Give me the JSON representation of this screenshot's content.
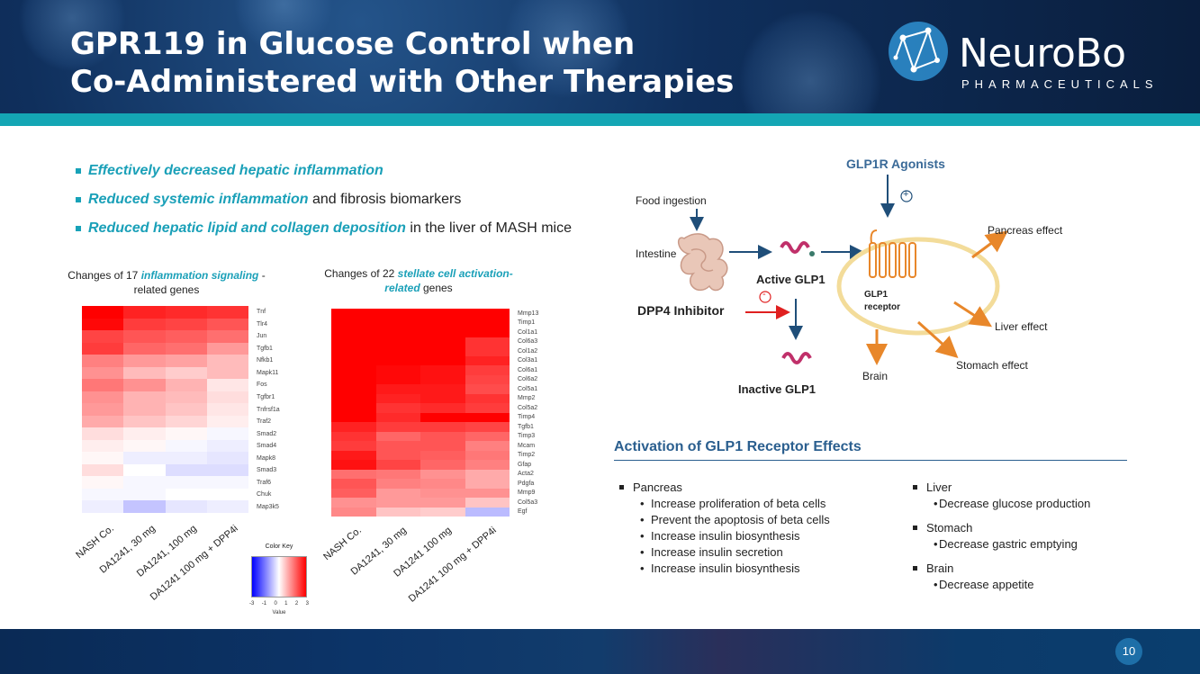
{
  "header": {
    "title_line1": "GPR119 in Glucose Control when",
    "title_line2": "Co-Administered with Other Therapies",
    "logo_name": "NeuroBo",
    "logo_sub": "PHARMACEUTICALS"
  },
  "bullets": [
    {
      "em": "Effectively decreased hepatic inflammation",
      "rest": ""
    },
    {
      "em": "Reduced systemic inflammation",
      "rest": " and fibrosis biomarkers"
    },
    {
      "em": "Reduced hepatic lipid and collagen deposition",
      "rest": " in the liver of MASH mice"
    }
  ],
  "heatmap1": {
    "title_pre": "Changes of 17 ",
    "title_hl": "inflammation signaling",
    "title_post": " - related genes",
    "genes": [
      "Tnf",
      "Tlr4",
      "Jun",
      "Tgfb1",
      "Nfkb1",
      "Mapk11",
      "Fos",
      "Tgfbr1",
      "Tnfrsf1a",
      "Traf2",
      "Smad2",
      "Smad4",
      "Mapk8",
      "Smad3",
      "Traf6",
      "Chuk",
      "Map3k5"
    ],
    "columns": [
      "NASH Co.",
      "DA1241, 30 mg",
      "DA1241, 100 mg",
      "DA1241 100 mg + DPP4i"
    ],
    "values": [
      [
        3,
        2.6,
        2.5,
        2.4
      ],
      [
        2.9,
        2.3,
        2.2,
        2.0
      ],
      [
        2.2,
        2.0,
        1.9,
        1.7
      ],
      [
        2.3,
        1.8,
        1.7,
        1.2
      ],
      [
        1.5,
        1.2,
        1.1,
        0.8
      ],
      [
        1.3,
        0.8,
        0.6,
        0.8
      ],
      [
        1.6,
        1.3,
        0.9,
        0.3
      ],
      [
        1.3,
        0.9,
        0.8,
        0.4
      ],
      [
        1.2,
        0.9,
        0.7,
        0.3
      ],
      [
        1.0,
        0.7,
        0.5,
        0.2
      ],
      [
        0.4,
        0.2,
        0.1,
        -0.1
      ],
      [
        0.2,
        0.1,
        -0.1,
        -0.2
      ],
      [
        0.1,
        -0.2,
        -0.2,
        -0.3
      ],
      [
        0.4,
        0.0,
        -0.4,
        -0.4
      ],
      [
        0.1,
        -0.1,
        -0.1,
        -0.1
      ],
      [
        -0.1,
        -0.1,
        0.0,
        0.0
      ],
      [
        -0.2,
        -0.7,
        -0.3,
        -0.2
      ]
    ]
  },
  "heatmap2": {
    "title_pre": "Changes of 22 ",
    "title_hl": "stellate cell activation-related",
    "title_post": " genes",
    "genes": [
      "Mmp13",
      "Timp1",
      "Col1a1",
      "Col6a3",
      "Col1a2",
      "Col3a1",
      "Col6a1",
      "Col6a2",
      "Col5a1",
      "Mmp2",
      "Col5a2",
      "Timp4",
      "Tgfb1",
      "Timp3",
      "Mcam",
      "Timp2",
      "Gfap",
      "Acta2",
      "Pdgfa",
      "Mmp9",
      "Col5a3",
      "Egf"
    ],
    "columns": [
      "NASH Co.",
      "DA1241, 30 mg",
      "DA1241 100 mg",
      "DA1241 100 mg + DPP4i"
    ],
    "values": [
      [
        3,
        3,
        3,
        3
      ],
      [
        3,
        3,
        3,
        3
      ],
      [
        3,
        3,
        3,
        3
      ],
      [
        3,
        3,
        3,
        2.4
      ],
      [
        3,
        3,
        3,
        2.4
      ],
      [
        3,
        3,
        3,
        2.6
      ],
      [
        3,
        2.9,
        2.8,
        2.3
      ],
      [
        3,
        2.9,
        2.8,
        2.2
      ],
      [
        3,
        2.7,
        2.7,
        2.1
      ],
      [
        3,
        2.6,
        2.7,
        2.4
      ],
      [
        3,
        2.4,
        2.5,
        2.3
      ],
      [
        3,
        2.5,
        3,
        3
      ],
      [
        2.6,
        2.3,
        2.3,
        2.2
      ],
      [
        2.4,
        1.8,
        2.0,
        1.8
      ],
      [
        2.3,
        2.0,
        2.0,
        1.5
      ],
      [
        2.7,
        2.0,
        1.9,
        1.6
      ],
      [
        2.8,
        2.2,
        1.8,
        1.5
      ],
      [
        1.7,
        1.6,
        1.3,
        1.0
      ],
      [
        2.0,
        1.5,
        1.4,
        1.0
      ],
      [
        1.9,
        1.2,
        1.3,
        1.3
      ],
      [
        1.3,
        1.2,
        1.2,
        0.7
      ],
      [
        1.4,
        0.7,
        0.6,
        -0.8
      ]
    ]
  },
  "color_key": {
    "title": "Color Key",
    "ticks": [
      "-3",
      "-1",
      "0",
      "1",
      "2",
      "3"
    ],
    "value_label": "Value"
  },
  "diagram": {
    "glp1r_agonists": "GLP1R Agonists",
    "food_ingestion": "Food ingestion",
    "intestine": "Intestine",
    "active_glp1": "Active GLP1",
    "dpp4_inhibitor": "DPP4 Inhibitor",
    "inactive_glp1": "Inactive GLP1",
    "glp1_receptor_1": "GLP1",
    "glp1_receptor_2": "receptor",
    "pancreas_effect": "Pancreas effect",
    "liver_effect": "Liver effect",
    "stomach_effect": "Stomach effect",
    "brain": "Brain",
    "plus": "+",
    "minus": "-"
  },
  "effects": {
    "title": "Activation of GLP1 Receptor Effects",
    "pancreas": {
      "head": "Pancreas",
      "items": [
        "Increase proliferation of beta cells",
        "Prevent the apoptosis of beta cells",
        "Increase insulin biosynthesis",
        "Increase insulin secretion",
        "Increase insulin biosynthesis"
      ]
    },
    "liver": {
      "head": "Liver",
      "items": [
        "Decrease glucose production"
      ]
    },
    "stomach": {
      "head": "Stomach",
      "items": [
        "Decrease gastric emptying"
      ]
    },
    "brain": {
      "head": "Brain",
      "items": [
        "Decrease appetite"
      ]
    }
  },
  "footer": {
    "page_number": "10"
  },
  "colors": {
    "teal": "#14a6b4",
    "accent_blue": "#2b5f8f",
    "arrow_orange": "#e8872a",
    "arrow_navy": "#1f4e79",
    "arrow_red": "#e02020"
  }
}
